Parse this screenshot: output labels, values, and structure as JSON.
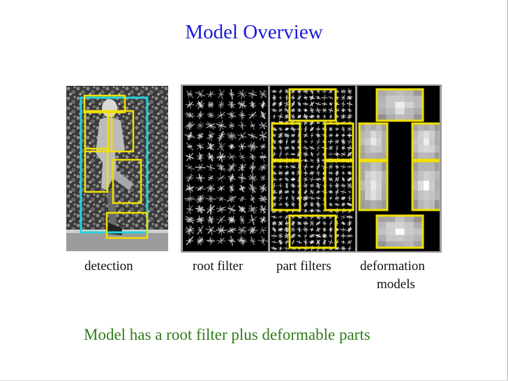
{
  "slide": {
    "title": "Model Overview",
    "caption": "Model has a root filter plus deformable parts"
  },
  "labels": {
    "detection": "detection",
    "root_filter": "root filter",
    "part_filters": "part filters",
    "deformation_line1": "deformation",
    "deformation_line2": "models"
  },
  "colors": {
    "title": "#1a1adc",
    "caption": "#2e7d1a",
    "root_box": "#22d4e0",
    "part_box": "#f0e000"
  }
}
